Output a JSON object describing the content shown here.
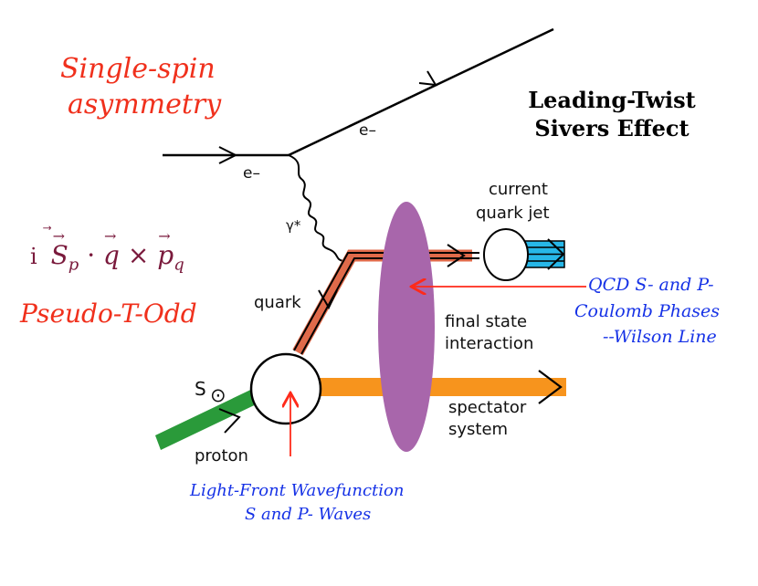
{
  "left_labels": {
    "single_spin_line1": "Single-spin",
    "single_spin_line2": "asymmetry",
    "formula_i": "i",
    "formula_S": "S",
    "formula_S_sub": "p",
    "formula_dot": "·",
    "formula_q": "q",
    "formula_times": "×",
    "formula_p": "p",
    "formula_p_sub": "q",
    "pseudo_t_odd": "Pseudo-T-Odd"
  },
  "title": {
    "line1": "Leading-Twist",
    "line2": "Sivers Effect"
  },
  "diagram_labels": {
    "electron_in": "e–",
    "electron_out": "e–",
    "photon": "γ*",
    "current_jet_line1": "current",
    "current_jet_line2": "quark jet",
    "quark": "quark",
    "final_state_line1": "final state",
    "final_state_line2": "interaction",
    "spectator_line1": "spectator",
    "spectator_line2": "system",
    "spin": "S",
    "spin_symbol": "⊙",
    "proton": "proton"
  },
  "annotations": {
    "qcd_line1": "QCD S- and P-",
    "qcd_line2": "Coulomb Phases",
    "qcd_line3": "--Wilson Line",
    "lfwf_line1": "Light-Front Wavefunction",
    "lfwf_line2": "S and P- Waves"
  },
  "colors": {
    "script_red": "#f0301c",
    "annotation_blue": "#1632e6",
    "formula_maroon": "#7a1a3c",
    "quark_band": "#e06a4a",
    "blob_purple": "#a866ab",
    "spectator_orange": "#f7941d",
    "proton_green": "#2a9a3a",
    "jet_cyan": "#27b7e8",
    "arrow_red": "#ff2a1a"
  }
}
